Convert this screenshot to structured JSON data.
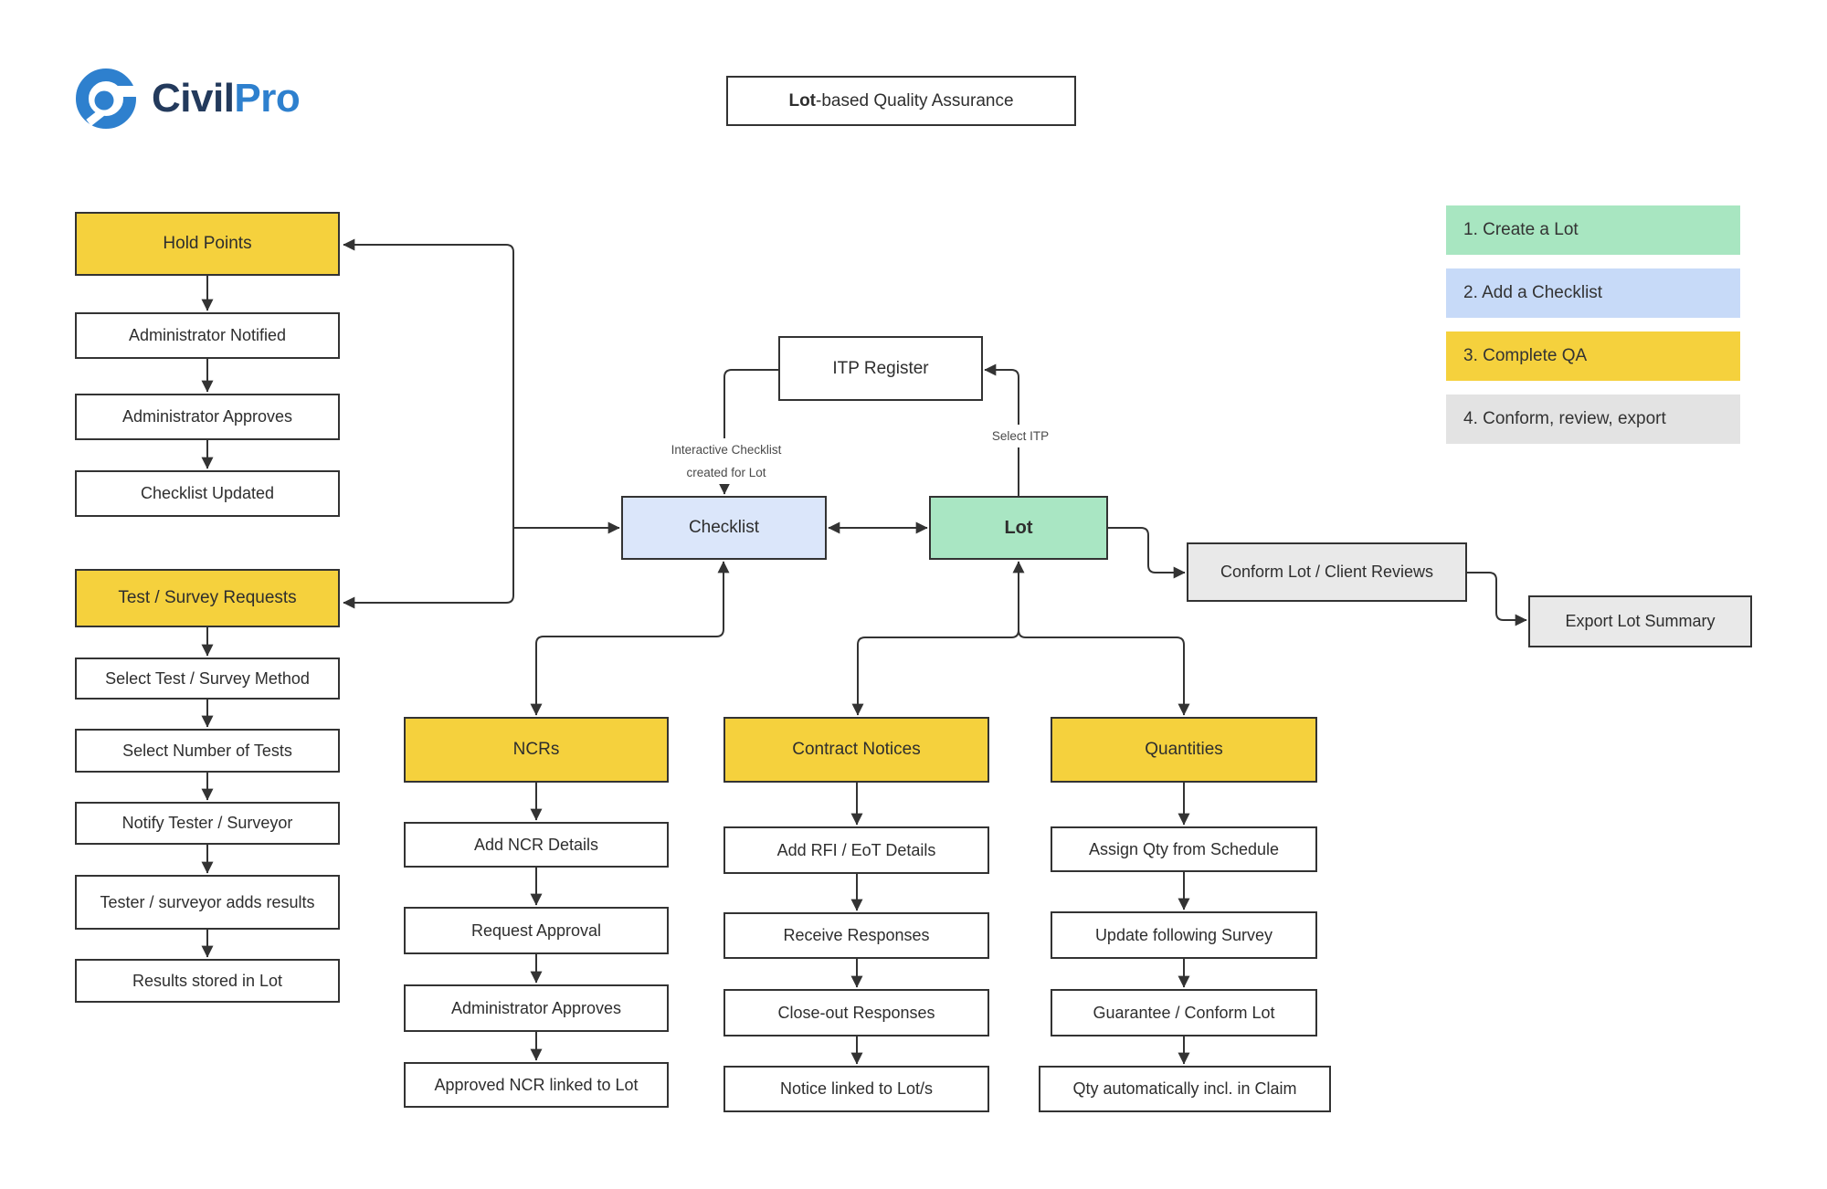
{
  "logo": {
    "icon": "civilpro-ring-icon",
    "text_dark": "Civil",
    "text_blue": "Pro",
    "color_dark": "#233A5C",
    "color_blue": "#2E80CE"
  },
  "title": {
    "bold": "Lot",
    "rest": "-based Quality Assurance"
  },
  "legend": {
    "items": [
      {
        "label": "1. Create a Lot",
        "color": "#A8E6C1"
      },
      {
        "label": "2. Add a Checklist",
        "color": "#C7DAF8"
      },
      {
        "label": "3. Complete QA",
        "color": "#F5D13D"
      },
      {
        "label": "4. Conform, review, export",
        "color": "#E3E3E3"
      }
    ]
  },
  "center": {
    "itp_register": "ITP Register",
    "checklist": "Checklist",
    "lot": "Lot",
    "conform": "Conform Lot / Client Reviews",
    "export": "Export Lot Summary",
    "edge_labels": {
      "interactive_checklist_line1": "Interactive Checklist",
      "interactive_checklist_line2": "created for Lot",
      "select_itp": "Select ITP"
    },
    "colors": {
      "header_yellow": "#F5D13D",
      "lot_green": "#A9E6C3",
      "checklist_blue": "#DBE6FA",
      "gray_fill": "#E9E9E9",
      "border": "#333333",
      "arrow": "#333333"
    }
  },
  "hold_points_flow": {
    "header": "Hold Points",
    "steps": [
      "Administrator Notified",
      "Administrator Approves",
      "Checklist Updated"
    ]
  },
  "test_survey_flow": {
    "header": "Test / Survey Requests",
    "steps": [
      "Select Test / Survey Method",
      "Select Number of Tests",
      "Notify Tester / Surveyor",
      "Tester / surveyor adds results",
      "Results stored in Lot"
    ]
  },
  "ncr_flow": {
    "header": "NCRs",
    "steps": [
      "Add NCR Details",
      "Request Approval",
      "Administrator Approves",
      "Approved NCR linked to Lot"
    ]
  },
  "contract_flow": {
    "header": "Contract Notices",
    "steps": [
      "Add RFI / EoT Details",
      "Receive Responses",
      "Close-out Responses",
      "Notice linked to Lot/s"
    ]
  },
  "quantities_flow": {
    "header": "Quantities",
    "steps": [
      "Assign Qty from Schedule",
      "Update following Survey",
      "Guarantee / Conform Lot",
      "Qty automatically incl. in Claim"
    ]
  }
}
